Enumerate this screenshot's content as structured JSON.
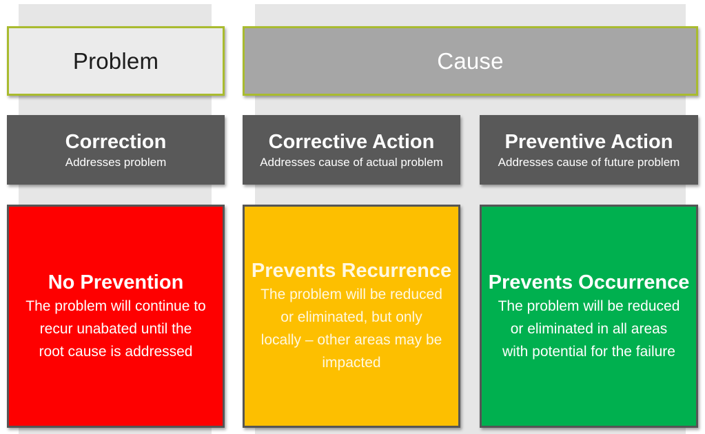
{
  "headers": {
    "problem": "Problem",
    "cause": "Cause"
  },
  "actions": [
    {
      "title": "Correction",
      "subtitle": "Addresses problem"
    },
    {
      "title": "Corrective Action",
      "subtitle": "Addresses cause of actual problem"
    },
    {
      "title": "Preventive Action",
      "subtitle": "Addresses cause of future problem"
    }
  ],
  "outcomes": [
    {
      "title": "No Prevention",
      "lines": [
        "The problem will continue to",
        "recur unabated until the",
        "root cause is addressed"
      ],
      "color": "#fe0000"
    },
    {
      "title": "Prevents Recurrence",
      "lines": [
        "The problem will be reduced",
        "or eliminated, but only",
        "locally – other areas may be",
        "impacted"
      ],
      "color": "#fdbf00"
    },
    {
      "title": "Prevents Occurrence",
      "lines": [
        "The problem will be reduced",
        "or eliminated in all areas",
        "with potential for the failure"
      ],
      "color": "#00b04f"
    }
  ],
  "colors": {
    "header_border": "#a9bb2f",
    "problem_header_bg": "#ebebeb",
    "cause_header_bg": "#a6a6a6",
    "action_bg": "#595959",
    "column_band": "#e6e6e6"
  }
}
